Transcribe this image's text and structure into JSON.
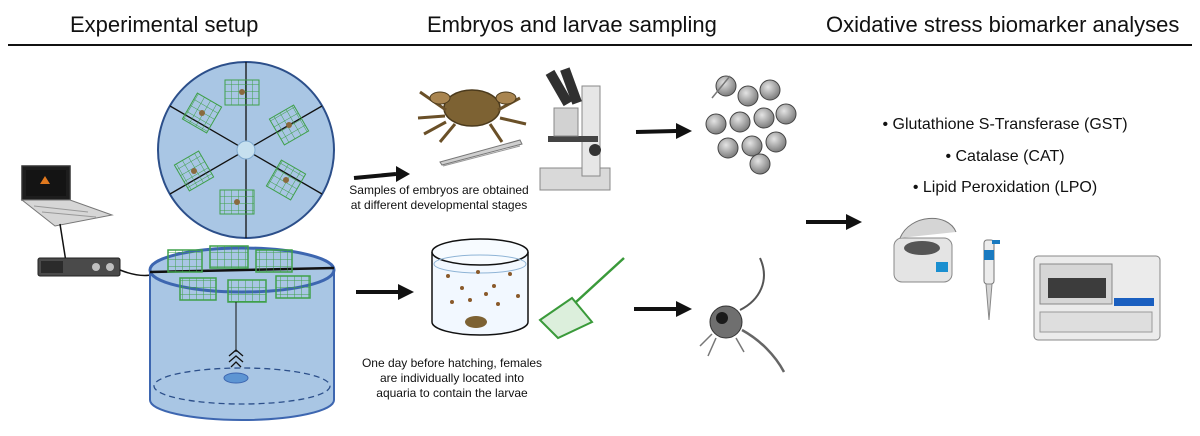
{
  "headers": {
    "experimental_setup": "Experimental setup",
    "sampling": "Embryos and larvae sampling",
    "analyses": "Oxidative stress biomarker analyses"
  },
  "captions": {
    "embryos": [
      "Samples of embryos are obtained",
      "at different developmental stages"
    ],
    "larvae": [
      "One day before hatching, females",
      "are individually located into",
      "aquaria to contain the larvae"
    ]
  },
  "biomarkers": [
    "• Glutathione S-Transferase (GST)",
    "• Catalase (CAT)",
    "• Lipid Peroxidation (LPO)"
  ],
  "colors": {
    "tank_blue": "#a9c6e4",
    "tank_edge": "#3d66b0",
    "cage_green": "#3fa04a",
    "arrow": "#111111"
  },
  "icons": [
    "laptop-icon",
    "amplifier-icon",
    "tank-top-view-icon",
    "tank-side-view-icon",
    "crab-icon",
    "forceps-icon",
    "microscope-icon",
    "embryo-cluster-icon",
    "aquarium-icon",
    "net-icon",
    "larva-icon",
    "centrifuge-icon",
    "pipette-icon",
    "plate-reader-icon"
  ]
}
